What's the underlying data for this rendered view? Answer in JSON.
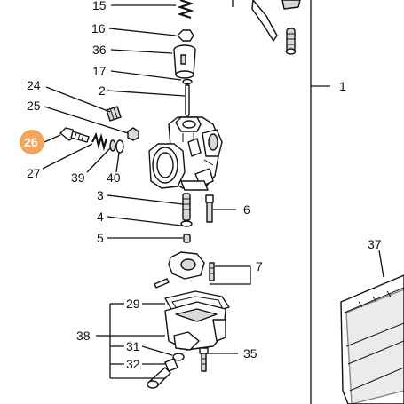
{
  "highlight_color": "#f5a55a",
  "callouts": {
    "c15": "15",
    "c16": "16",
    "c36": "36",
    "c17": "17",
    "c2": "2",
    "c24": "24",
    "c25": "25",
    "c26": "26",
    "c27": "27",
    "c39": "39",
    "c40": "40",
    "c1": "1",
    "c3": "3",
    "c6": "6",
    "c4": "4",
    "c5": "5",
    "c7": "7",
    "c37": "37",
    "c29": "29",
    "c38": "38",
    "c31": "31",
    "c35": "35",
    "c32": "32"
  }
}
